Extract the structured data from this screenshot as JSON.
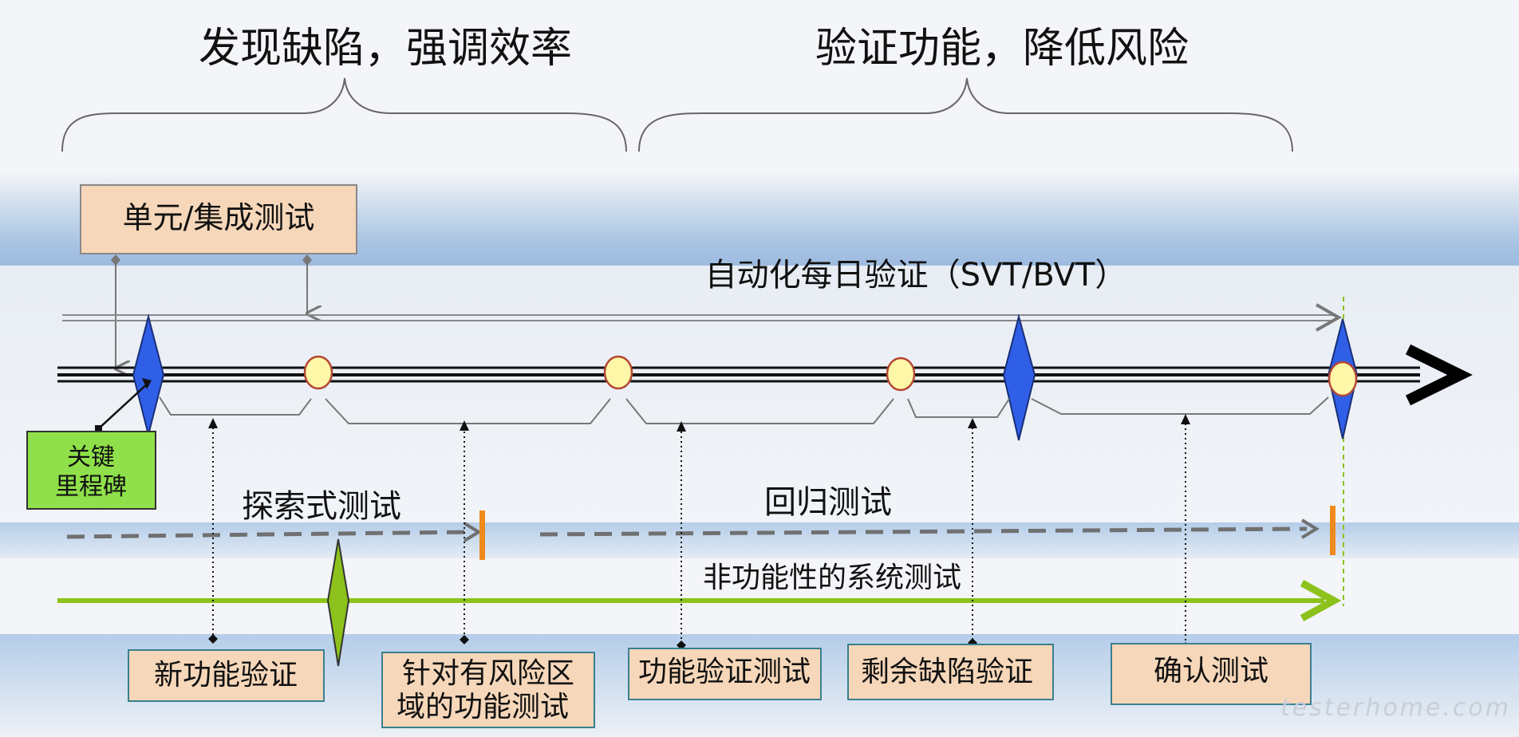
{
  "headings": {
    "left": "发现缺陷，强调效率",
    "right": "验证功能，降低风险"
  },
  "top_box": "单元/集成测试",
  "milestone_label": {
    "line1": "关键",
    "line2": "里程碑"
  },
  "lines": {
    "svt_bvt": "自动化每日验证（SVT/BVT）",
    "exploratory": "探索式测试",
    "regression": "回归测试",
    "nonfunctional": "非功能性的系统测试"
  },
  "bottom_boxes": [
    {
      "text": "新功能验证"
    },
    {
      "line1": "针对有风险区",
      "line2": "域的功能测试"
    },
    {
      "text": "功能验证测试"
    },
    {
      "text": "剩余缺陷验证"
    },
    {
      "text": "确认测试"
    }
  ],
  "watermark": "testerhome.com",
  "colors": {
    "diamond_blue": "#2f5fe6",
    "circle_yellow": "#fff7a8",
    "box_fill": "#f6d7b9",
    "milestone_green": "#8fe04a",
    "green_line": "#8cc21b",
    "dash_gray": "#707070",
    "orange_marker": "#f08a1c"
  }
}
